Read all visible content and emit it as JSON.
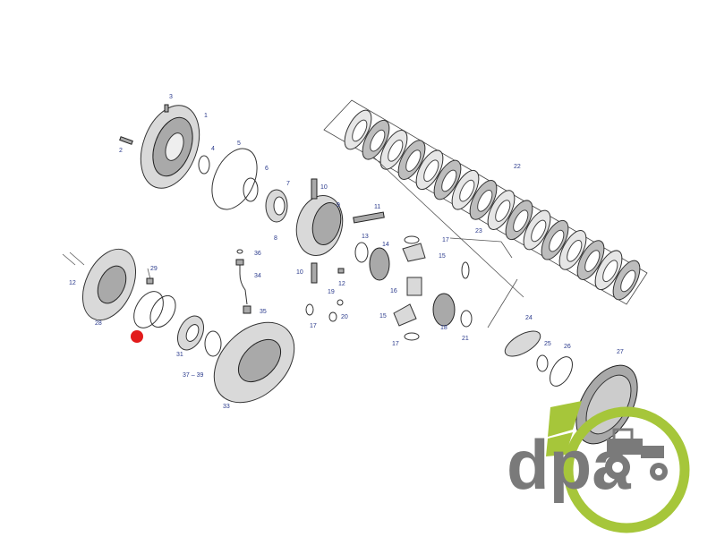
{
  "labels": [
    "1",
    "2",
    "3",
    "4",
    "5",
    "6",
    "7",
    "8",
    "9",
    "10",
    "10",
    "11",
    "12",
    "12",
    "13",
    "14",
    "15",
    "15",
    "16",
    "17",
    "17",
    "17",
    "18",
    "19",
    "20",
    "21",
    "22",
    "23",
    "24",
    "25",
    "26",
    "27",
    "28",
    "29",
    "31",
    "33",
    "34",
    "35",
    "36",
    "37 – 39"
  ],
  "colors": {
    "marker_red": "#e21b1b",
    "logo_green": "#a6c63a",
    "logo_gray": "#7a7a7a",
    "label_blue": "#2a3a8c"
  },
  "logo": {
    "text": "dpa"
  }
}
